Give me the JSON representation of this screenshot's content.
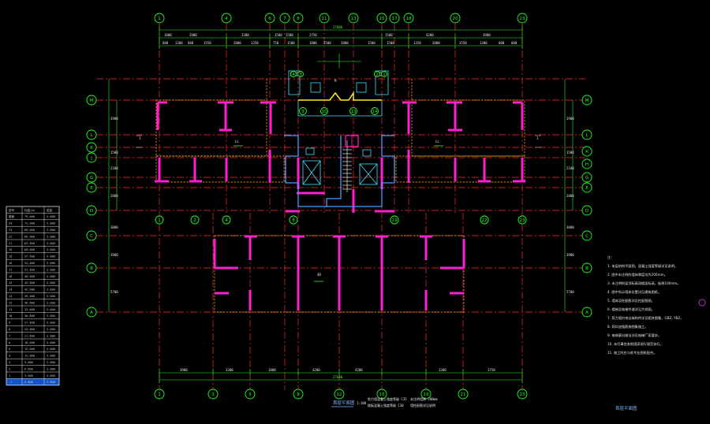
{
  "drawing": {
    "top_axis_labels": [
      "1",
      "4",
      "6",
      "7",
      "8",
      "11",
      "13",
      "15",
      "17",
      "18",
      "20",
      "23"
    ],
    "bottom_axis_labels": [
      "1",
      "3",
      "5",
      "8",
      "12",
      "15",
      "19",
      "21",
      "23"
    ],
    "left_axis_labels": [
      "M",
      "L",
      "K",
      "J",
      "G",
      "E",
      "D",
      "C",
      "B",
      "A"
    ],
    "right_axis_labels": [
      "M",
      "L",
      "K",
      "H",
      "G",
      "E",
      "D",
      "C",
      "B",
      "A"
    ],
    "mid_axis_labels": [
      "1",
      "2",
      "4",
      "8",
      "19",
      "22",
      "23"
    ],
    "core_axis_labels": [
      "9",
      "10",
      "13",
      "14"
    ],
    "top_dims": [
      "1800",
      "2900",
      "3300",
      "1500",
      "1500",
      "2750",
      "1500",
      "4200",
      "3900"
    ],
    "bottom_dims": [
      "3900",
      "3300",
      "1800",
      "4200",
      "4200",
      "3300",
      "3750"
    ],
    "bottom_total": "27600",
    "top_total": "27600",
    "elev_labels": [
      "4",
      "3",
      "2",
      "1"
    ],
    "plan_title": "首层平面图",
    "plan_scale": "1:100",
    "right_title": "首层平面图",
    "room_label": "40"
  },
  "level_table": {
    "headers": [
      "层号",
      "标高(m)",
      "层高"
    ],
    "rows": [
      [
        "屋面",
        "75.600",
        "3.000"
      ],
      [
        "24",
        "72.600",
        "3.000"
      ],
      [
        "23",
        "69.600",
        "3.000"
      ],
      [
        "22",
        "66.600",
        "3.000"
      ],
      [
        "21",
        "63.600",
        "3.000"
      ],
      [
        "20",
        "60.600",
        "3.000"
      ],
      [
        "19",
        "57.600",
        "3.000"
      ],
      [
        "18",
        "54.600",
        "3.000"
      ],
      [
        "17",
        "51.600",
        "3.000"
      ],
      [
        "16",
        "48.600",
        "3.000"
      ],
      [
        "15",
        "45.600",
        "3.000"
      ],
      [
        "14",
        "42.600",
        "3.000"
      ],
      [
        "13",
        "39.600",
        "3.000"
      ],
      [
        "12",
        "36.600",
        "3.000"
      ],
      [
        "11",
        "33.600",
        "3.000"
      ],
      [
        "10",
        "30.600",
        "3.000"
      ],
      [
        "9",
        "27.600",
        "3.000"
      ],
      [
        "8",
        "24.600",
        "3.000"
      ],
      [
        "7",
        "21.600",
        "3.000"
      ],
      [
        "6",
        "18.600",
        "3.000"
      ],
      [
        "5",
        "15.600",
        "3.000"
      ],
      [
        "4",
        "12.600",
        "3.000"
      ],
      [
        "3",
        "9.600",
        "3.000"
      ],
      [
        "2",
        "6.600",
        "3.000"
      ],
      [
        "1",
        "3.600",
        "3.600"
      ],
      [
        "-1",
        "0.000",
        "3.600"
      ]
    ]
  },
  "notes": {
    "heading": "注：",
    "lines": [
      "1. 本层结构平面图，混凝土强度等级详见说明。",
      "2. 图中未注明的墙体厚度均为200mm。",
      "3. 未注明的梁顶标高同楼面标高，板厚100mm。",
      "4. 图中所示墙体位置详见建筑图纸。",
      "5. 墙体及柱配筋详见柱配筋图。",
      "6. 楼梯及电梯井道详见大样图。",
      "7. 剪力墙约束边缘构件详见相关图集，GBZ, YBZ。",
      "8. 洞口加强筋按图集施工。",
      "9. 电梯基坑做法详见电梯厂家要求。",
      "10. 未尽事宜参照国家现行规范执行。",
      "11. 施工时应与各专业图纸配合。"
    ]
  },
  "bottom_notes": [
    "剪力墙混凝土强度等级 C35",
    "楼板混凝土强度等级 C30",
    "未注明墙厚 200mm",
    "墙柱配筋详见说明"
  ]
}
